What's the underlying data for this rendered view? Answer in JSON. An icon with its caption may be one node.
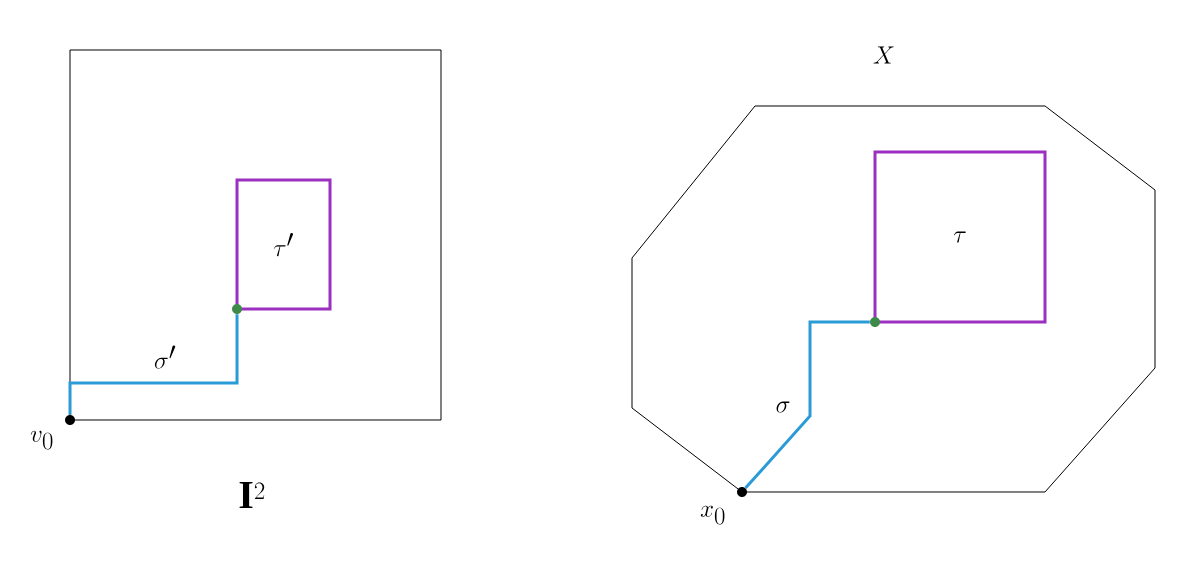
{
  "diagram": {
    "nodes": [
      {
        "text": [],
        "shape": "box"
      },
      {
        "text": [
          "\\tau'"
        ],
        "in": 0
      },
      {
        "text": [],
        "shape": "circle",
        "beside": [
          "v_0"
        ]
      },
      {
        "text": [],
        "shape": "circle",
        "in": 0
      },
      {
        "text": [],
        "shape": "octagon"
      },
      {
        "text": [
          "\\tau"
        ],
        "in": 4
      },
      {
        "text": [],
        "shape": "circle",
        "beside": [
          "x_0"
        ]
      },
      {
        "text": [],
        "shape": "circle",
        "in": 4
      }
    ],
    "edges": [
      {
        "from": 2,
        "to": 3,
        "arrow": "none",
        "label": "\\sigma'"
      },
      {
        "from": 6,
        "to": 7,
        "arrow": "none",
        "label": "\\sigma"
      }
    ],
    "labels": [
      "\\mathbf{I}^2",
      "X"
    ]
  }
}
